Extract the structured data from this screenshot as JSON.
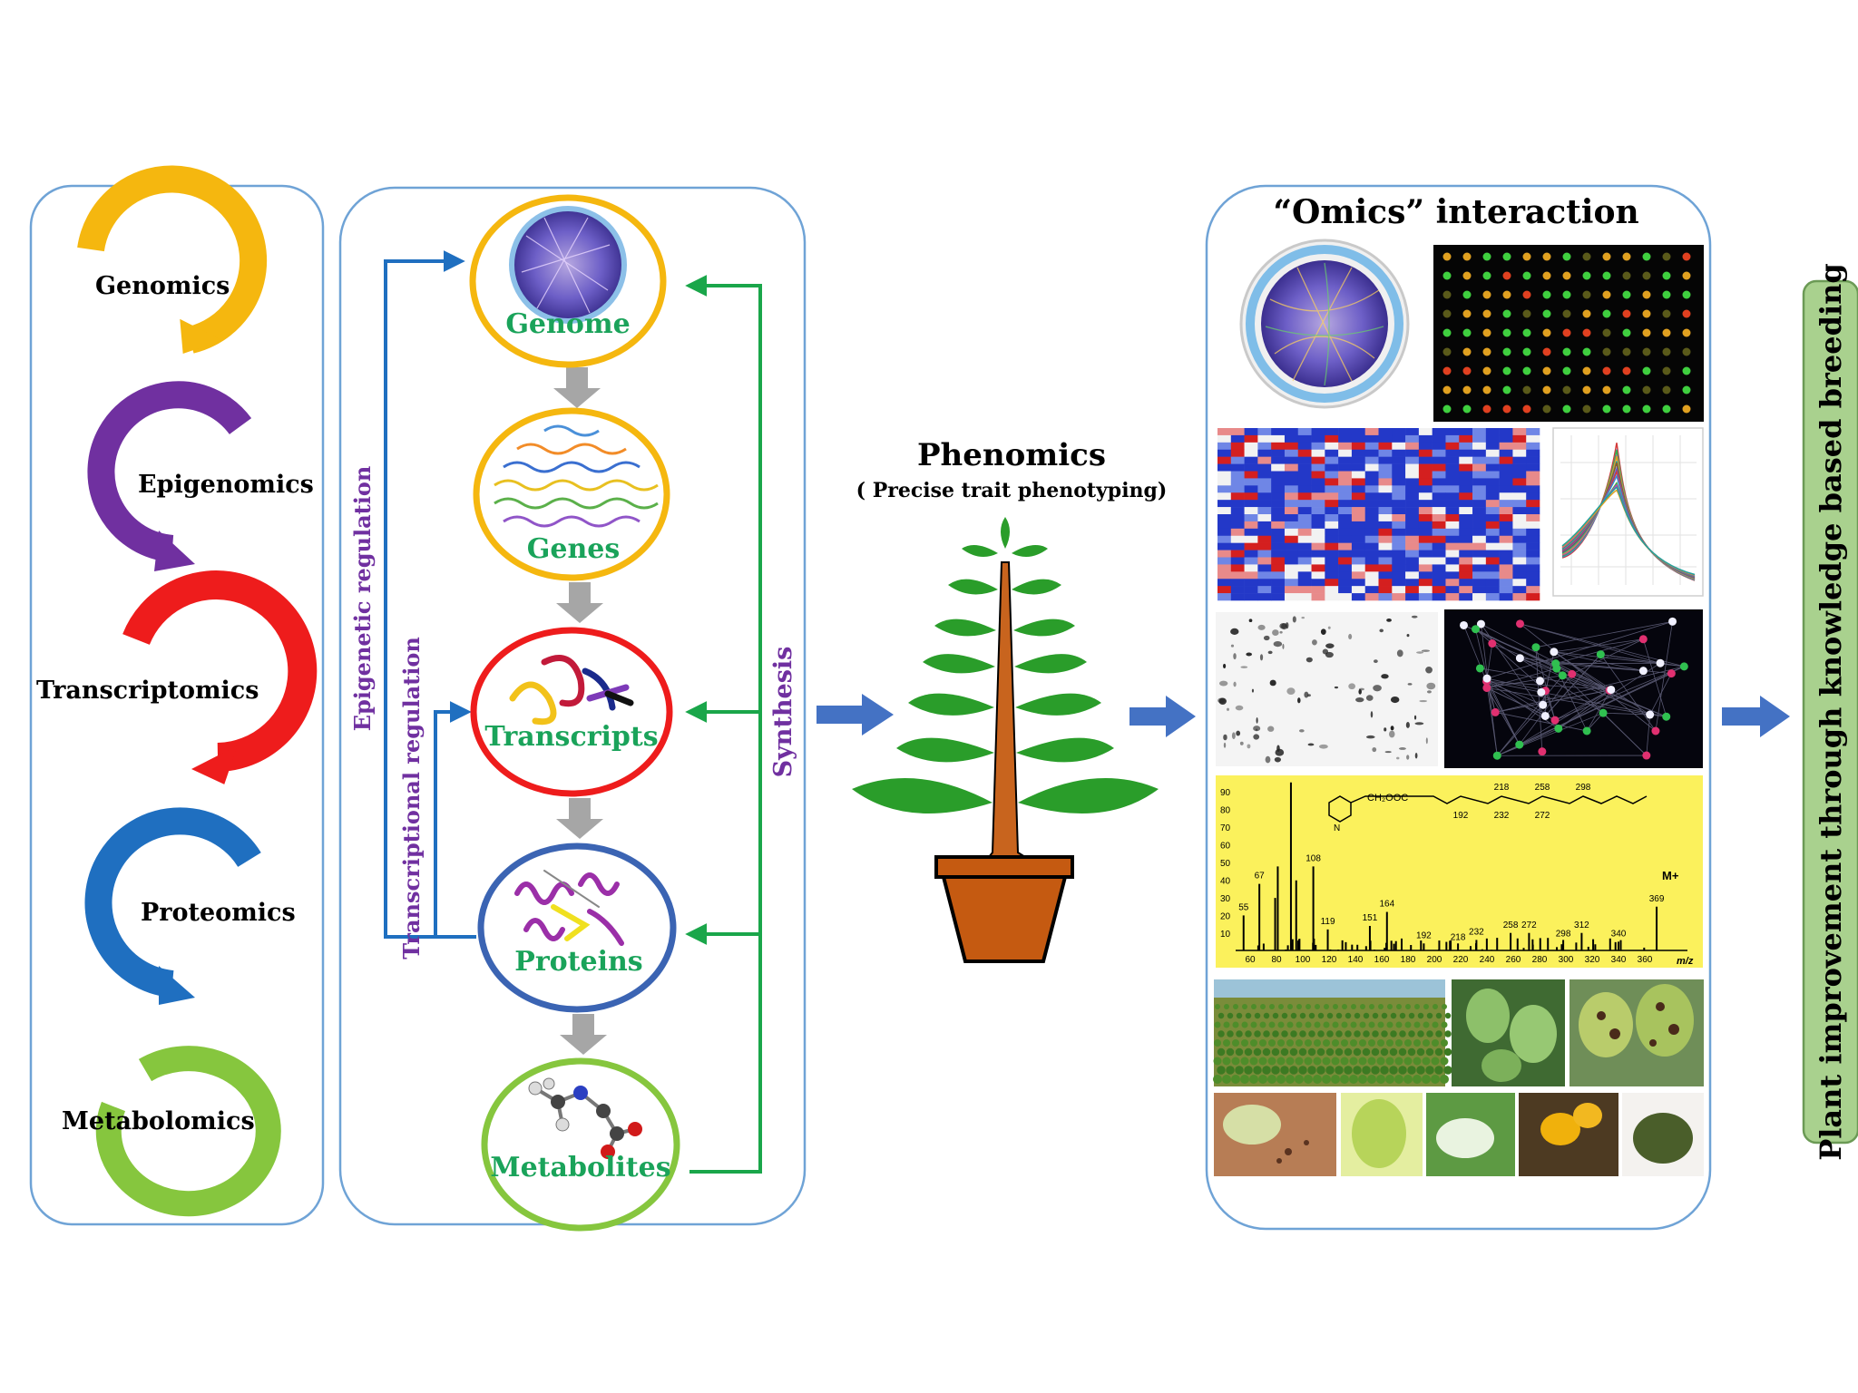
{
  "omics_list": [
    {
      "label": "Genomics",
      "color": "#f5b70f"
    },
    {
      "label": "Epigenomics",
      "color": "#7030a0"
    },
    {
      "label": "Transcriptomics",
      "color": "#ee1c1c"
    },
    {
      "label": "Proteomics",
      "color": "#1f6fc0"
    },
    {
      "label": "Metabolomics",
      "color": "#86c63e"
    }
  ],
  "central_dogma": {
    "nodes": [
      {
        "label": "Genome",
        "ring": "#f5b70f"
      },
      {
        "label": "Genes",
        "ring": "#f5b70f"
      },
      {
        "label": "Transcripts",
        "ring": "#ee1c1c"
      },
      {
        "label": "Proteins",
        "ring": "#3b64b3"
      },
      {
        "label": "Metabolites",
        "ring": "#86c63e"
      }
    ],
    "node_label_color": "#1aa35a",
    "epigenetic_label": "Epigenetic regulation",
    "transcriptional_label": "Transcriptional regulation",
    "synthesis_label": "Synthesis",
    "regulation_color": "#1f6fc0",
    "synthesis_color": "#1aa64a",
    "label_color": "#7030a0"
  },
  "phenomics": {
    "title": "Phenomics",
    "subtitle": "( Precise trait phenotyping)"
  },
  "omics_interaction": {
    "title": "“Omics” interaction",
    "mass_spec": {
      "y_ticks": [
        "90",
        "80",
        "70",
        "60",
        "50",
        "40",
        "30",
        "20",
        "10"
      ],
      "x_ticks": [
        "60",
        "80",
        "100",
        "120",
        "140",
        "160",
        "180",
        "200",
        "220",
        "240",
        "260",
        "280",
        "300",
        "320",
        "340",
        "360"
      ],
      "x_unit": "m/z",
      "peak_labels": [
        "55",
        "67",
        "108",
        "119",
        "151",
        "164",
        "192",
        "218",
        "232",
        "258",
        "272",
        "298",
        "312",
        "340",
        "369"
      ],
      "ion_label": "M+",
      "structure_group": "CH₂OOC",
      "structure_atom": "N",
      "fragment_labels_top": [
        "218",
        "258",
        "298"
      ],
      "fragment_labels_bottom": [
        "192",
        "232",
        "272"
      ]
    }
  },
  "breeding_label": "Plant improvement through knowledge based breeding",
  "colors": {
    "panel_border": "#6fa3d6",
    "flow_arrow": "#4472c4",
    "gray_arrow": "#a6a6a6",
    "leaf": "#2a9d2a",
    "stem": "#c8641e",
    "pot": "#c55a11",
    "ms_bg": "#fbf15c",
    "breeding_bg": "#a9d18e"
  }
}
